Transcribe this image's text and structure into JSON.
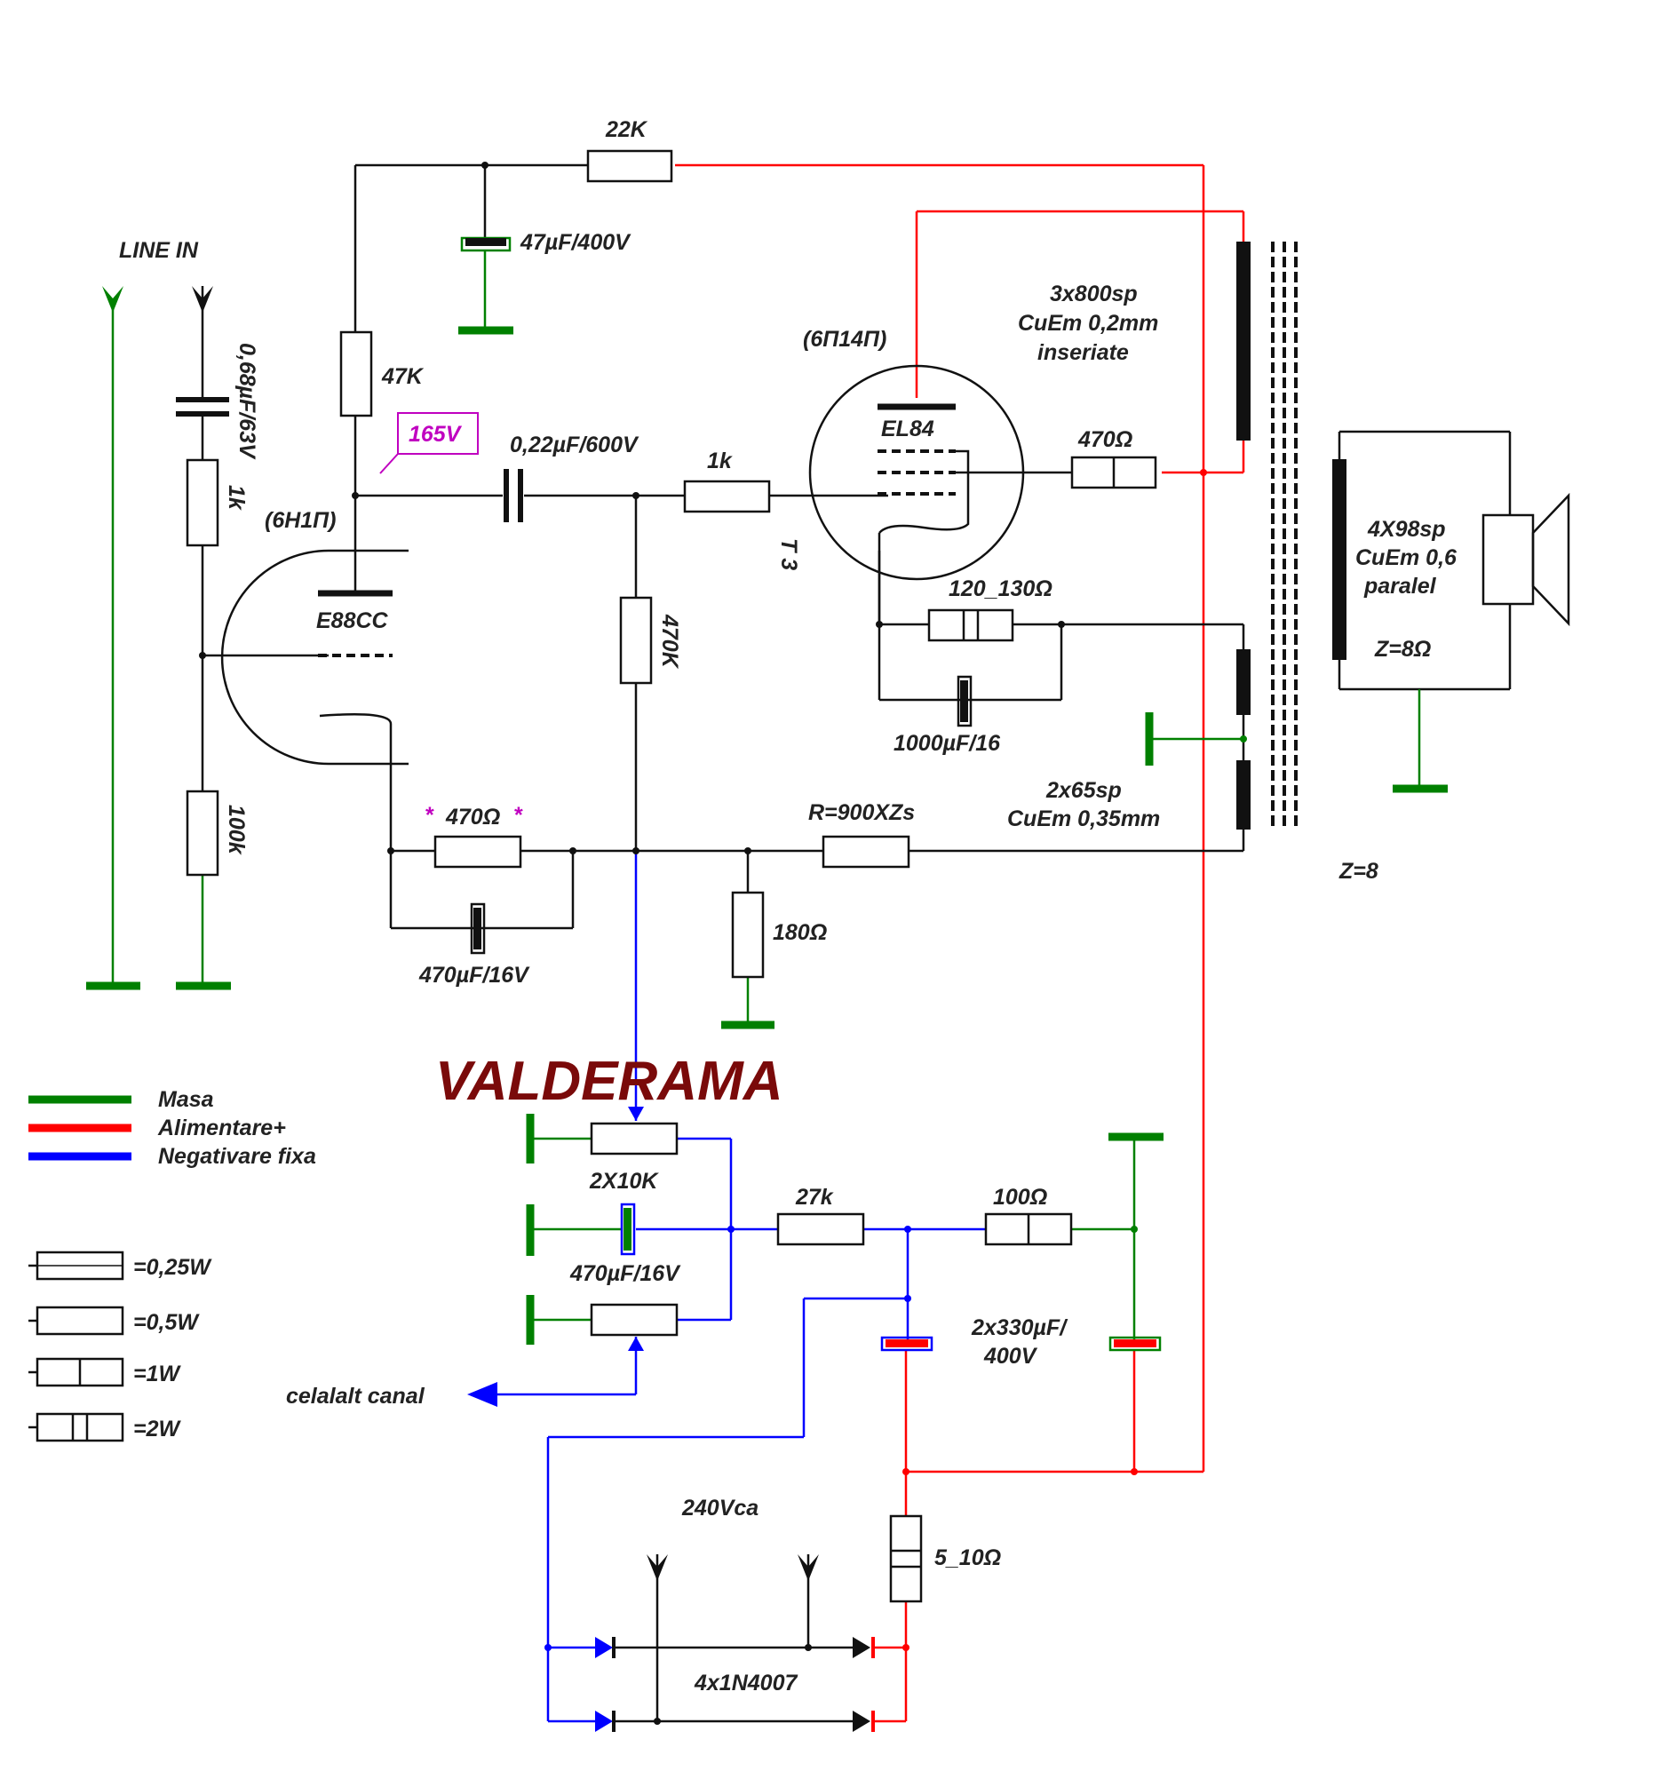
{
  "title": "VALDERAMA",
  "input": {
    "label": "LINE IN"
  },
  "components": {
    "c_in": "0,68µF/63V",
    "r_grid": "1k",
    "r_gridleak": "100k",
    "tube1_ru": "(6H1П)",
    "tube1_name": "E88CC",
    "r_plate1": "47K",
    "r_dec": "22K",
    "c_dec": "47µF/400V",
    "v_plate1": "165V",
    "c_couple": "0,22µF/600V",
    "r_stop": "1k",
    "tube2_ru": "(6П14П)",
    "tube2_name": "EL84",
    "tube2_ref": "T 3",
    "r_g2": "470Ω",
    "r_grid2": "470K",
    "r_cath1": "470Ω",
    "r_cath1_mark": "*",
    "c_cath1": "470µF/16V",
    "r_fb": "R=900XZs",
    "r_fb_shunt": "180Ω",
    "r_cath2": "120_130Ω",
    "c_cath2": "1000µF/16"
  },
  "transformer": {
    "primary": [
      "3x800sp",
      "CuEm 0,2mm",
      "inseriate"
    ],
    "secondary": [
      "4X98sp",
      "CuEm 0,6",
      "paralel"
    ],
    "sec_impedance": "Z=8Ω",
    "fb_winding": [
      "2x65sp",
      "CuEm 0,35mm"
    ],
    "fb_impedance": "Z=8"
  },
  "psu": {
    "bias_pots": "2X10K",
    "bias_cap": "470µF/16V",
    "r_bias": "27k",
    "r_filter": "100Ω",
    "filter_caps": [
      "2x330µF/",
      "400V"
    ],
    "r_series": "5_10Ω",
    "mains": "240Vca",
    "diodes": "4x1N4007",
    "other_channel": "celalalt canal"
  },
  "legend": [
    {
      "label": "Masa",
      "color": "#008000"
    },
    {
      "label": "Alimentare+",
      "color": "#ff0000"
    },
    {
      "label": "Negativare fixa",
      "color": "#0000ff"
    }
  ],
  "ratings": [
    {
      "label": "=0,25W",
      "bars": 0
    },
    {
      "label": "=0,5W",
      "bars": 0
    },
    {
      "label": "=1W",
      "bars": 1
    },
    {
      "label": "=2W",
      "bars": 2
    }
  ]
}
